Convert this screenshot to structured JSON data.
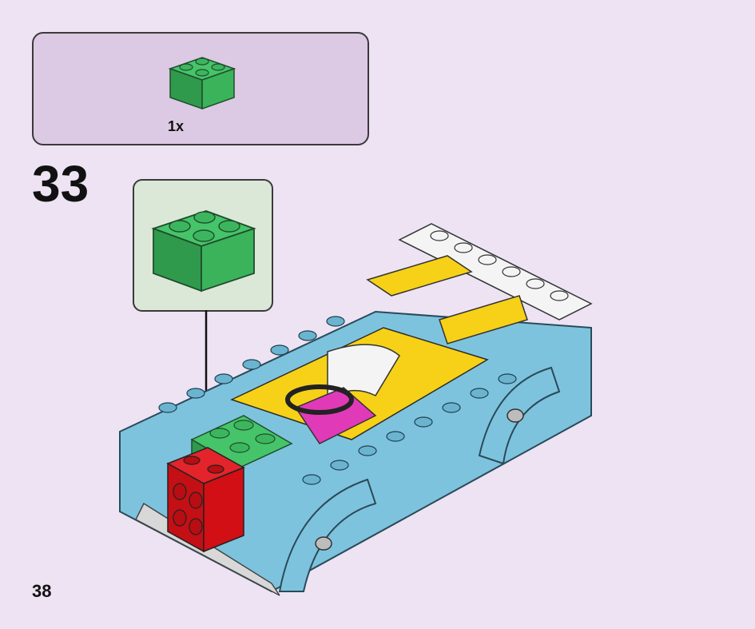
{
  "parts": {
    "items": [
      {
        "icon": "brick-2x2-green-icon",
        "color": "#2fa84f",
        "quantity": "1x"
      }
    ]
  },
  "step": {
    "number": "33"
  },
  "callout": {
    "icon": "brick-2x2-green-icon",
    "color": "#2fa84f"
  },
  "model": {
    "icon": "car-build-model-icon"
  },
  "page": {
    "number": "38"
  },
  "colors": {
    "background": "#ede3f3",
    "parts_box": "#dcc9e3",
    "callout_box": "#dbe8d8",
    "green": "#2fa84f",
    "light_blue": "#7ec3dd",
    "red": "#d10f15",
    "yellow": "#f7d117",
    "white": "#f4f4f4",
    "magenta": "#e03ab8"
  }
}
